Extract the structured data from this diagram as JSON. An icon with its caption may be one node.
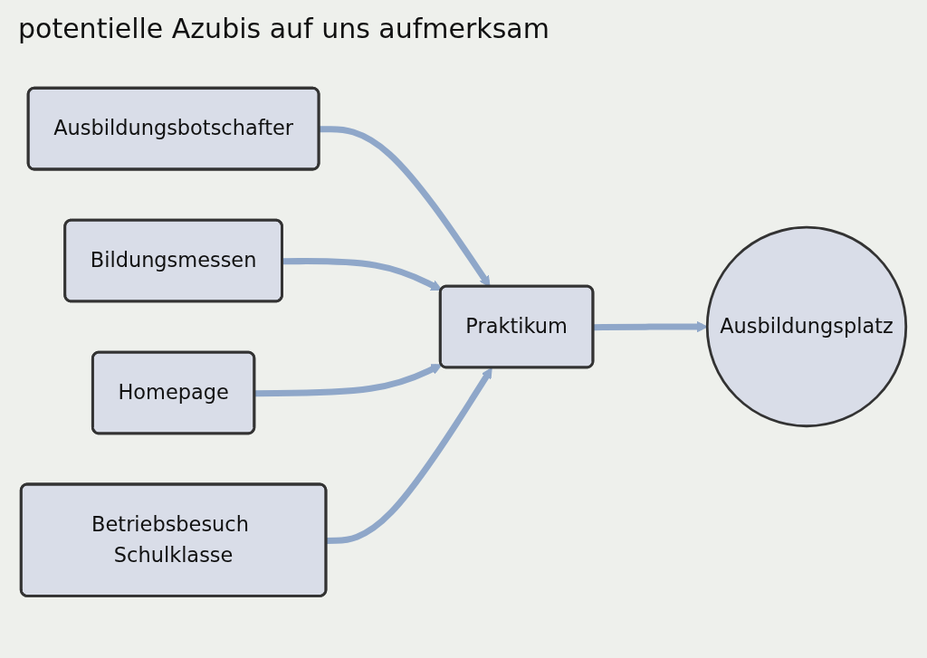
{
  "diagram": {
    "title": "potentielle Azubis auf uns aufmerksam",
    "nodes": [
      {
        "text": [
          "Ausbildungsbotschafter"
        ]
      },
      {
        "text": [
          "Bildungsmessen"
        ]
      },
      {
        "text": [
          "Homepage"
        ]
      },
      {
        "text": [
          "Praktikum"
        ]
      },
      {
        "text": [
          "Betriebsbesuch Schulklasse"
        ]
      },
      {
        "text": [
          "Ausbildungsplatz"
        ]
      }
    ],
    "edges": [
      {
        "from": 0,
        "to": 3,
        "arrow": "to"
      },
      {
        "from": 1,
        "to": 3,
        "arrow": "to"
      },
      {
        "from": 2,
        "to": 3,
        "arrow": "to"
      },
      {
        "from": 4,
        "to": 3,
        "arrow": "to"
      },
      {
        "from": 3,
        "to": 5,
        "arrow": "to"
      }
    ]
  }
}
